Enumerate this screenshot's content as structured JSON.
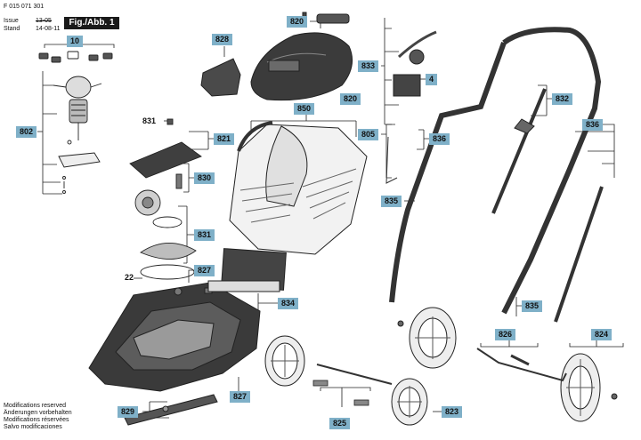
{
  "header": {
    "doc_number": "F 015 071 301",
    "issue_label": "Issue",
    "issue_value": "13-05",
    "stand_label": "Stand",
    "stand_value": "14-08-11",
    "figure_label": "Fig./Abb. 1"
  },
  "callouts": {
    "c10": "10",
    "c802": "802",
    "c828": "828",
    "c820a": "820",
    "c820b": "820",
    "c833": "833",
    "c4": "4",
    "c832": "832",
    "c831a": "831",
    "c821": "821",
    "c850": "850",
    "c805": "805",
    "c836a": "836",
    "c836b": "836",
    "c830": "830",
    "c835a": "835",
    "c831b": "831",
    "c827a": "827",
    "c22": "22",
    "c834": "834",
    "c835b": "835",
    "c826": "826",
    "c824": "824",
    "c827b": "827",
    "c829": "829",
    "c825": "825",
    "c823": "823"
  },
  "footer": {
    "lines": [
      "Modifications reserved",
      "Änderungen vorbehalten",
      "Modifications réservées",
      "Salvo modificaciones"
    ]
  }
}
